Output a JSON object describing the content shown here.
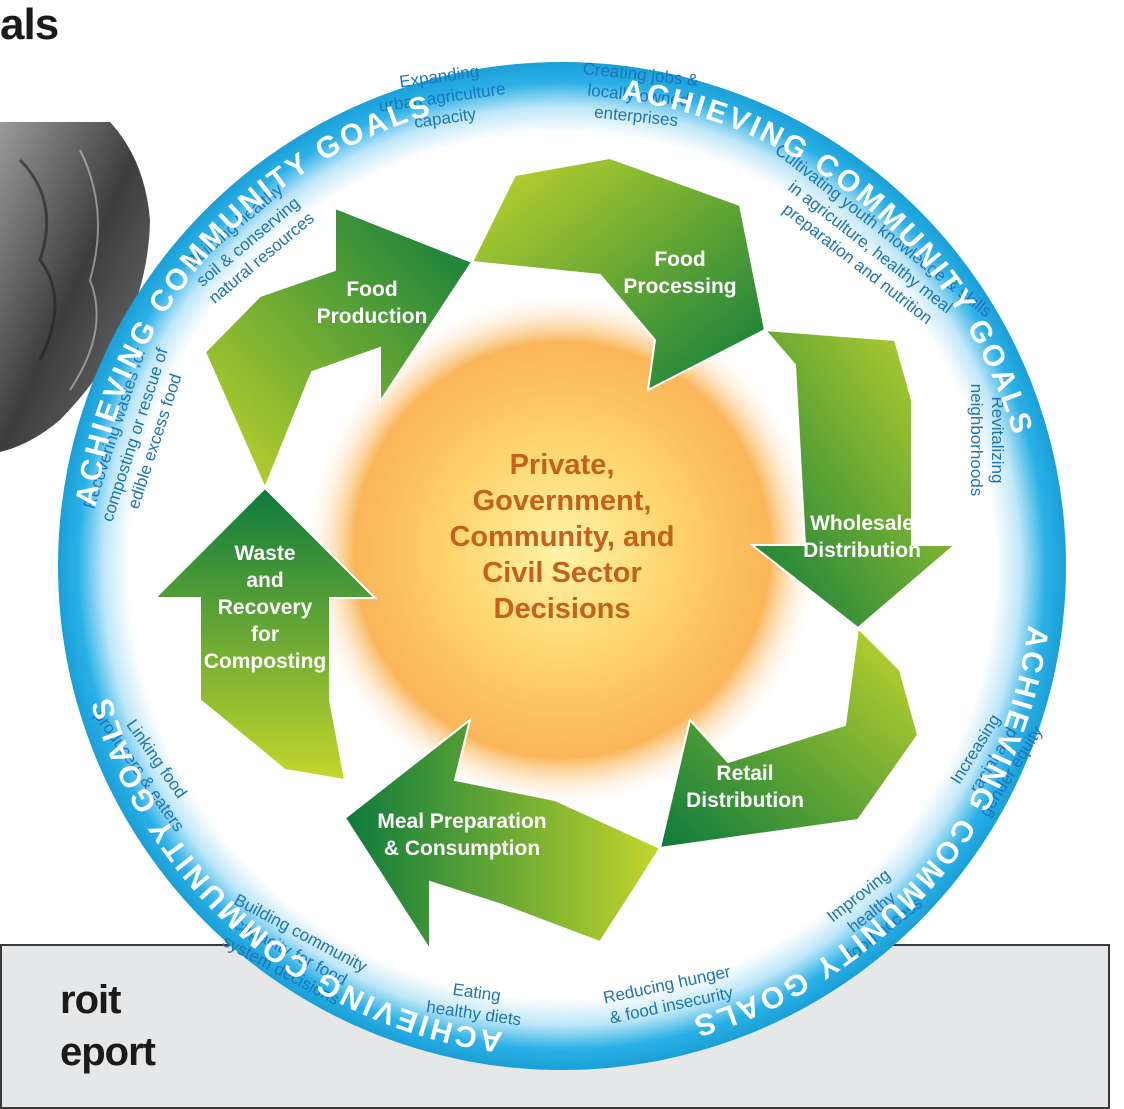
{
  "fragments": {
    "top_title": "als",
    "report_line_1": "roit",
    "report_line_2": "eport"
  },
  "ring": {
    "label": "ACHIEVING COMMUNITY GOALS",
    "colors": {
      "outer": "#2bb0e6",
      "inner": "#e8f7fd",
      "text": "#ffffff"
    }
  },
  "center": {
    "lines": [
      "Private,",
      "Government,",
      "Community, and",
      "Civil Sector",
      "Decisions"
    ],
    "color": "#c5611c"
  },
  "stages": [
    {
      "lines": [
        "Food",
        "Production"
      ]
    },
    {
      "lines": [
        "Food",
        "Processing"
      ]
    },
    {
      "lines": [
        "Wholesale",
        "Distribution"
      ]
    },
    {
      "lines": [
        "Retail",
        "Distribution"
      ]
    },
    {
      "lines": [
        "Meal Preparation",
        "& Consumption"
      ]
    },
    {
      "lines": [
        "Waste",
        "and",
        "Recovery",
        "for",
        "Composting"
      ]
    }
  ],
  "goals": [
    {
      "lines": [
        "Expanding",
        "urban agriculture",
        "capacity"
      ]
    },
    {
      "lines": [
        "Creating jobs &",
        "locally owned",
        "enterprises"
      ]
    },
    {
      "lines": [
        "Cultivating youth knowledge & skills",
        "in agriculture, healthy meal",
        "preparation and nutrition"
      ]
    },
    {
      "lines": [
        "Revitalizing",
        "neighborhoods"
      ]
    },
    {
      "lines": [
        "Increasing",
        "racial and",
        "gender equity"
      ]
    },
    {
      "lines": [
        "Improving",
        "healthy",
        "food access"
      ]
    },
    {
      "lines": [
        "Reducing hunger",
        "& food insecurity"
      ]
    },
    {
      "lines": [
        "Eating",
        "healthy diets"
      ]
    },
    {
      "lines": [
        "Building community",
        "capacity for food",
        "system decisions"
      ]
    },
    {
      "lines": [
        "Linking food",
        "producers & eaters"
      ]
    },
    {
      "lines": [
        "Recovering wastes for",
        "composting or rescue of",
        "edible excess food"
      ]
    },
    {
      "lines": [
        "Building healthy",
        "soil & conserving",
        "natural resources"
      ]
    }
  ],
  "arrow_colors": {
    "dark": "#0c7a3c",
    "light": "#c4d62c"
  },
  "goal_text_color": "#1b75bb"
}
